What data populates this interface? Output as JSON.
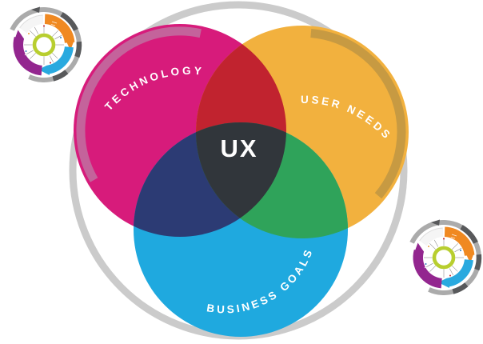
{
  "diagram": {
    "center_label": "UX",
    "label_color": "#FFFFFF",
    "outer_ring_color": "#CBCBCB",
    "circles": [
      {
        "label": "TECHNOLOGY",
        "color": "#D71B7B",
        "highlight_color": "#C4639B"
      },
      {
        "label": "USER NEEDS",
        "color": "#F2B13E",
        "highlight_color": "#C79A42"
      },
      {
        "label": "BUSINESS GOALS",
        "color": "#1FA9DF"
      }
    ],
    "overlaps": {
      "technology_user_needs": "#C1232F",
      "technology_business_goals": "#2C3B74",
      "user_needs_business_goals": "#2FA35A",
      "center": "#31363B"
    }
  },
  "badges": {
    "icon": "ux-process-wheel-emblem",
    "colors": {
      "orange": "#F08921",
      "cyan": "#29A9DF",
      "purple": "#93268F",
      "lime": "#B8CE2F",
      "ring_gray": "#ABABAB",
      "dark": "#58595B",
      "white_swoosh": "#F5F5F5"
    }
  }
}
